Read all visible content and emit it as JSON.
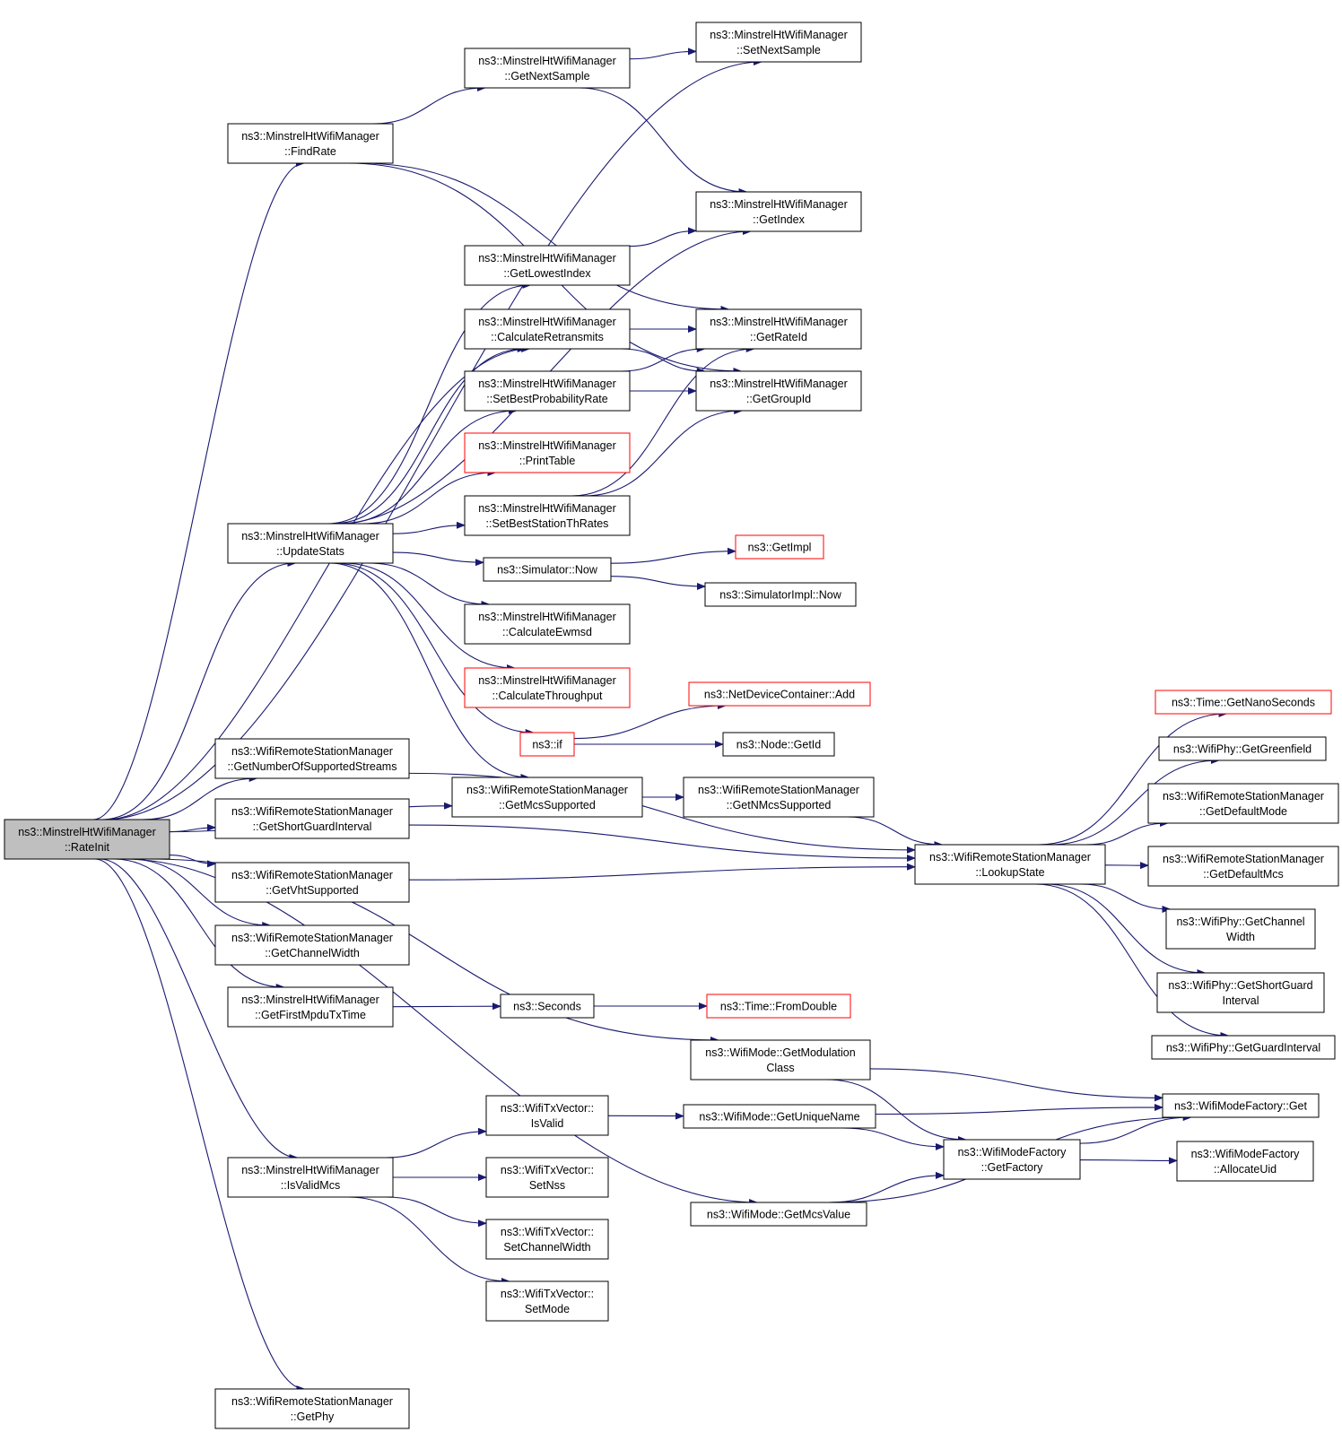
{
  "colors": {
    "edge": "#191970",
    "box_border": "#000000",
    "box_border_undocumented": "#ff0000",
    "root_fill": "#bfbfbf",
    "box_fill": "#ffffff"
  },
  "nodes": [
    {
      "id": "rateinit",
      "lines": [
        "ns3::MinstrelHtWifiManager",
        "::RateInit"
      ],
      "style": "root"
    },
    {
      "id": "setnextsample",
      "lines": [
        "ns3::MinstrelHtWifiManager",
        "::SetNextSample"
      ],
      "style": "normal"
    },
    {
      "id": "getnextsample",
      "lines": [
        "ns3::MinstrelHtWifiManager",
        "::GetNextSample"
      ],
      "style": "normal"
    },
    {
      "id": "findrate",
      "lines": [
        "ns3::MinstrelHtWifiManager",
        "::FindRate"
      ],
      "style": "normal"
    },
    {
      "id": "getindex",
      "lines": [
        "ns3::MinstrelHtWifiManager",
        "::GetIndex"
      ],
      "style": "normal"
    },
    {
      "id": "getlowestindex",
      "lines": [
        "ns3::MinstrelHtWifiManager",
        "::GetLowestIndex"
      ],
      "style": "normal"
    },
    {
      "id": "calcretrans",
      "lines": [
        "ns3::MinstrelHtWifiManager",
        "::CalculateRetransmits"
      ],
      "style": "normal"
    },
    {
      "id": "getrateid",
      "lines": [
        "ns3::MinstrelHtWifiManager",
        "::GetRateId"
      ],
      "style": "normal"
    },
    {
      "id": "setbestprob",
      "lines": [
        "ns3::MinstrelHtWifiManager",
        "::SetBestProbabilityRate"
      ],
      "style": "normal"
    },
    {
      "id": "getgroupid",
      "lines": [
        "ns3::MinstrelHtWifiManager",
        "::GetGroupId"
      ],
      "style": "normal"
    },
    {
      "id": "printtable",
      "lines": [
        "ns3::MinstrelHtWifiManager",
        "::PrintTable"
      ],
      "style": "red"
    },
    {
      "id": "setbeststation",
      "lines": [
        "ns3::MinstrelHtWifiManager",
        "::SetBestStationThRates"
      ],
      "style": "normal"
    },
    {
      "id": "updatestats",
      "lines": [
        "ns3::MinstrelHtWifiManager",
        "::UpdateStats"
      ],
      "style": "normal"
    },
    {
      "id": "getimpl",
      "lines": [
        "ns3::GetImpl"
      ],
      "style": "red"
    },
    {
      "id": "simnow",
      "lines": [
        "ns3::Simulator::Now"
      ],
      "style": "normal"
    },
    {
      "id": "simimplnow",
      "lines": [
        "ns3::SimulatorImpl::Now"
      ],
      "style": "normal"
    },
    {
      "id": "calcewmsd",
      "lines": [
        "ns3::MinstrelHtWifiManager",
        "::CalculateEwmsd"
      ],
      "style": "normal"
    },
    {
      "id": "calcthroughput",
      "lines": [
        "ns3::MinstrelHtWifiManager",
        "::CalculateThroughput"
      ],
      "style": "red"
    },
    {
      "id": "ndcadd",
      "lines": [
        "ns3::NetDeviceContainer::Add"
      ],
      "style": "red"
    },
    {
      "id": "if",
      "lines": [
        "ns3::if"
      ],
      "style": "red"
    },
    {
      "id": "nodegetid",
      "lines": [
        "ns3::Node::GetId"
      ],
      "style": "normal"
    },
    {
      "id": "getnumstreams",
      "lines": [
        "ns3::WifiRemoteStationManager",
        "::GetNumberOfSupportedStreams"
      ],
      "style": "normal"
    },
    {
      "id": "getmcssupported",
      "lines": [
        "ns3::WifiRemoteStationManager",
        "::GetMcsSupported"
      ],
      "style": "normal"
    },
    {
      "id": "getnmcssupported",
      "lines": [
        "ns3::WifiRemoteStationManager",
        "::GetNMcsSupported"
      ],
      "style": "normal"
    },
    {
      "id": "getshortgi",
      "lines": [
        "ns3::WifiRemoteStationManager",
        "::GetShortGuardInterval"
      ],
      "style": "normal"
    },
    {
      "id": "lookupstate",
      "lines": [
        "ns3::WifiRemoteStationManager",
        "::LookupState"
      ],
      "style": "normal"
    },
    {
      "id": "getvht",
      "lines": [
        "ns3::WifiRemoteStationManager",
        "::GetVhtSupported"
      ],
      "style": "normal"
    },
    {
      "id": "getchannelwidth",
      "lines": [
        "ns3::WifiRemoteStationManager",
        "::GetChannelWidth"
      ],
      "style": "normal"
    },
    {
      "id": "getfirstmpdu",
      "lines": [
        "ns3::MinstrelHtWifiManager",
        "::GetFirstMpduTxTime"
      ],
      "style": "normal"
    },
    {
      "id": "seconds",
      "lines": [
        "ns3::Seconds"
      ],
      "style": "normal"
    },
    {
      "id": "fromdouble",
      "lines": [
        "ns3::Time::FromDouble"
      ],
      "style": "red"
    },
    {
      "id": "getnanoseconds",
      "lines": [
        "ns3::Time::GetNanoSeconds"
      ],
      "style": "red"
    },
    {
      "id": "phygreenfield",
      "lines": [
        "ns3::WifiPhy::GetGreenfield"
      ],
      "style": "normal"
    },
    {
      "id": "getdefaultmode",
      "lines": [
        "ns3::WifiRemoteStationManager",
        "::GetDefaultMode"
      ],
      "style": "normal"
    },
    {
      "id": "getdefaultmcs",
      "lines": [
        "ns3::WifiRemoteStationManager",
        "::GetDefaultMcs"
      ],
      "style": "normal"
    },
    {
      "id": "phychannelwidth",
      "lines": [
        "ns3::WifiPhy::GetChannel",
        "Width"
      ],
      "style": "normal"
    },
    {
      "id": "physhortgi",
      "lines": [
        "ns3::WifiPhy::GetShortGuard",
        "Interval"
      ],
      "style": "normal"
    },
    {
      "id": "phyguardinterval",
      "lines": [
        "ns3::WifiPhy::GetGuardInterval"
      ],
      "style": "normal"
    },
    {
      "id": "modclass",
      "lines": [
        "ns3::WifiMode::GetModulation",
        "Class"
      ],
      "style": "normal"
    },
    {
      "id": "factoryget",
      "lines": [
        "ns3::WifiModeFactory::Get"
      ],
      "style": "normal"
    },
    {
      "id": "txvisvalid",
      "lines": [
        "ns3::WifiTxVector::",
        "IsValid"
      ],
      "style": "normal"
    },
    {
      "id": "uniquename",
      "lines": [
        "ns3::WifiMode::GetUniqueName"
      ],
      "style": "normal"
    },
    {
      "id": "getfactory",
      "lines": [
        "ns3::WifiModeFactory",
        "::GetFactory"
      ],
      "style": "normal"
    },
    {
      "id": "allocateuid",
      "lines": [
        "ns3::WifiModeFactory",
        "::AllocateUid"
      ],
      "style": "normal"
    },
    {
      "id": "isvalidmcs",
      "lines": [
        "ns3::MinstrelHtWifiManager",
        "::IsValidMcs"
      ],
      "style": "normal"
    },
    {
      "id": "txvsetnss",
      "lines": [
        "ns3::WifiTxVector::",
        "SetNss"
      ],
      "style": "normal"
    },
    {
      "id": "getmcsvalue",
      "lines": [
        "ns3::WifiMode::GetMcsValue"
      ],
      "style": "normal"
    },
    {
      "id": "txvsetchw",
      "lines": [
        "ns3::WifiTxVector::",
        "SetChannelWidth"
      ],
      "style": "normal"
    },
    {
      "id": "txvsetmode",
      "lines": [
        "ns3::WifiTxVector::",
        "SetMode"
      ],
      "style": "normal"
    },
    {
      "id": "getphy",
      "lines": [
        "ns3::WifiRemoteStationManager",
        "::GetPhy"
      ],
      "style": "normal"
    }
  ],
  "edges": [
    [
      "rateinit",
      "setnextsample"
    ],
    [
      "rateinit",
      "findrate"
    ],
    [
      "rateinit",
      "updatestats"
    ],
    [
      "rateinit",
      "calcretrans"
    ],
    [
      "rateinit",
      "getnumstreams"
    ],
    [
      "rateinit",
      "getshortgi"
    ],
    [
      "rateinit",
      "getvht"
    ],
    [
      "rateinit",
      "getchannelwidth"
    ],
    [
      "rateinit",
      "getfirstmpdu"
    ],
    [
      "rateinit",
      "modclass"
    ],
    [
      "rateinit",
      "isvalidmcs"
    ],
    [
      "rateinit",
      "getmcsvalue"
    ],
    [
      "rateinit",
      "getphy"
    ],
    [
      "rateinit",
      "getmcssupported"
    ],
    [
      "findrate",
      "getnextsample"
    ],
    [
      "findrate",
      "getrateid"
    ],
    [
      "findrate",
      "getgroupid"
    ],
    [
      "getnextsample",
      "setnextsample"
    ],
    [
      "getnextsample",
      "getindex"
    ],
    [
      "getlowestindex",
      "getindex"
    ],
    [
      "calcretrans",
      "getrateid"
    ],
    [
      "calcretrans",
      "getgroupid"
    ],
    [
      "setbestprob",
      "getrateid"
    ],
    [
      "setbestprob",
      "getgroupid"
    ],
    [
      "setbeststation",
      "getrateid"
    ],
    [
      "setbeststation",
      "getgroupid"
    ],
    [
      "updatestats",
      "getindex"
    ],
    [
      "updatestats",
      "getlowestindex"
    ],
    [
      "updatestats",
      "calcretrans"
    ],
    [
      "updatestats",
      "setbestprob"
    ],
    [
      "updatestats",
      "printtable"
    ],
    [
      "updatestats",
      "setbeststation"
    ],
    [
      "updatestats",
      "simnow"
    ],
    [
      "updatestats",
      "calcewmsd"
    ],
    [
      "updatestats",
      "calcthroughput"
    ],
    [
      "updatestats",
      "if"
    ],
    [
      "updatestats",
      "getmcssupported"
    ],
    [
      "simnow",
      "getimpl"
    ],
    [
      "simnow",
      "simimplnow"
    ],
    [
      "if",
      "ndcadd"
    ],
    [
      "if",
      "nodegetid"
    ],
    [
      "getnumstreams",
      "lookupstate"
    ],
    [
      "getshortgi",
      "lookupstate"
    ],
    [
      "getvht",
      "lookupstate"
    ],
    [
      "getmcssupported",
      "getnmcssupported"
    ],
    [
      "getnmcssupported",
      "lookupstate"
    ],
    [
      "lookupstate",
      "getnanoseconds"
    ],
    [
      "lookupstate",
      "phygreenfield"
    ],
    [
      "lookupstate",
      "getdefaultmode"
    ],
    [
      "lookupstate",
      "getdefaultmcs"
    ],
    [
      "lookupstate",
      "phychannelwidth"
    ],
    [
      "lookupstate",
      "physhortgi"
    ],
    [
      "lookupstate",
      "phyguardinterval"
    ],
    [
      "getfirstmpdu",
      "seconds"
    ],
    [
      "seconds",
      "fromdouble"
    ],
    [
      "modclass",
      "factoryget"
    ],
    [
      "modclass",
      "getfactory"
    ],
    [
      "uniquename",
      "factoryget"
    ],
    [
      "uniquename",
      "getfactory"
    ],
    [
      "getfactory",
      "factoryget"
    ],
    [
      "getfactory",
      "allocateuid"
    ],
    [
      "getmcsvalue",
      "getfactory"
    ],
    [
      "getmcsvalue",
      "factoryget"
    ],
    [
      "txvisvalid",
      "uniquename"
    ],
    [
      "isvalidmcs",
      "txvisvalid"
    ],
    [
      "isvalidmcs",
      "txvsetnss"
    ],
    [
      "isvalidmcs",
      "txvsetchw"
    ],
    [
      "isvalidmcs",
      "txvsetmode"
    ]
  ]
}
